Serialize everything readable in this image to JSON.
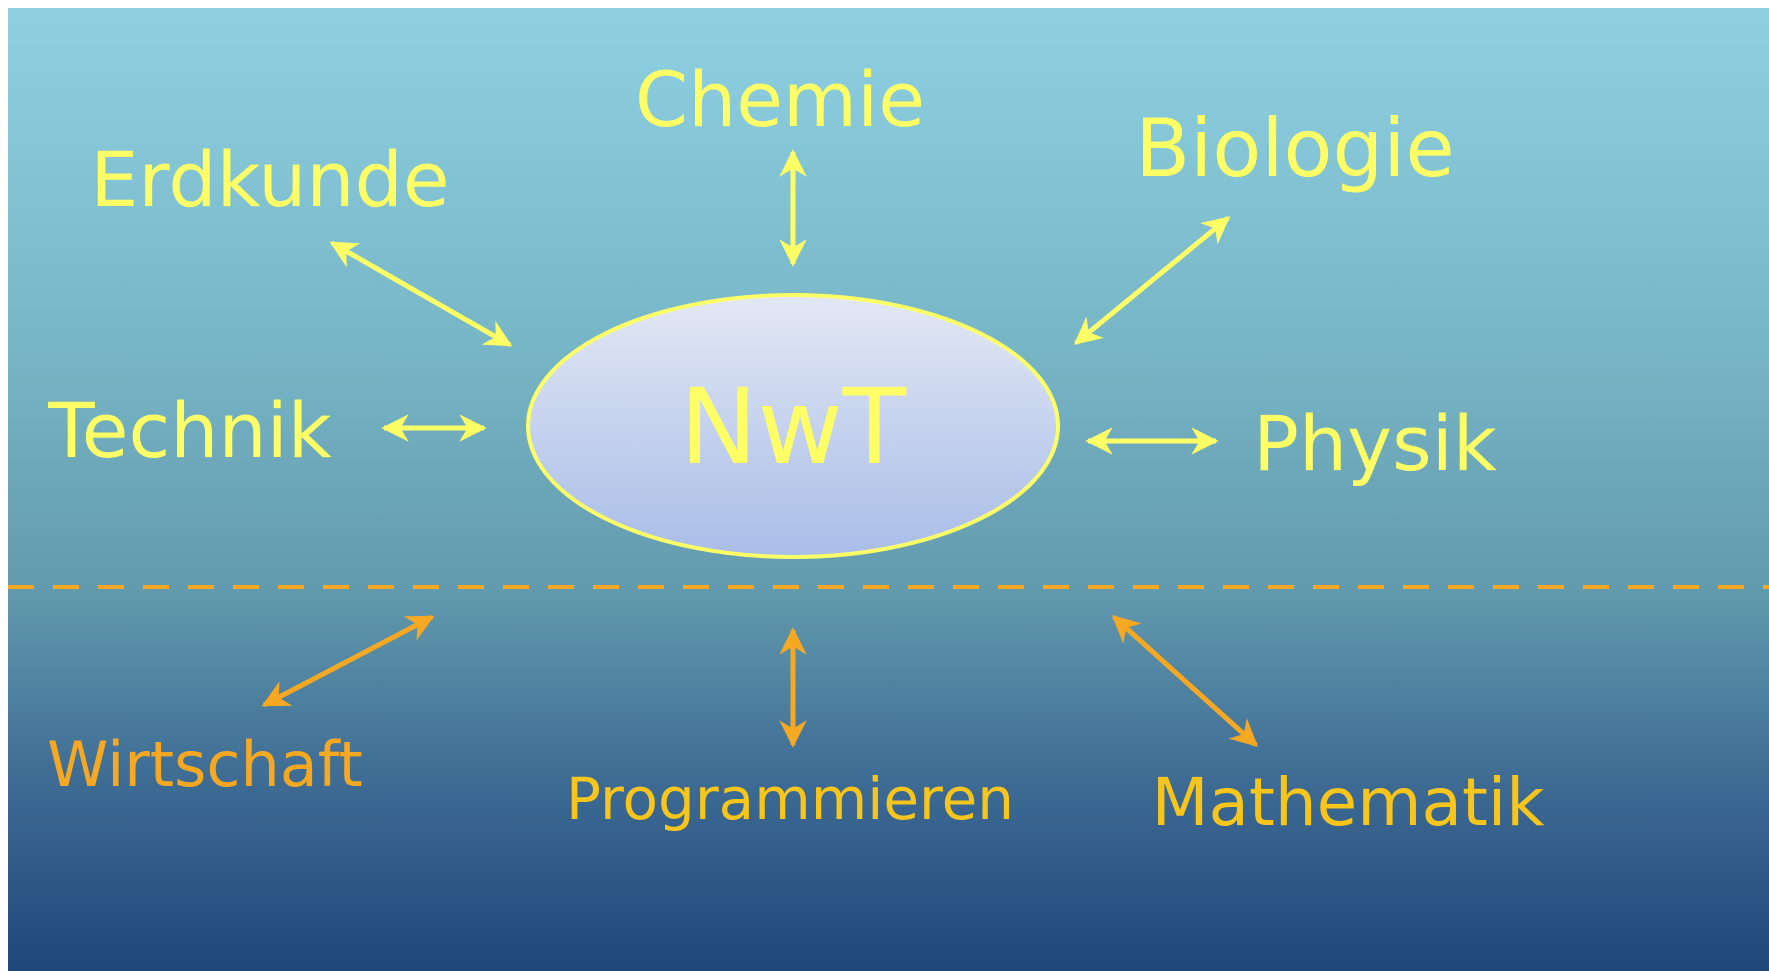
{
  "center": {
    "label": "NwT"
  },
  "subjects_top": [
    {
      "id": "chemie",
      "label": "Chemie"
    },
    {
      "id": "biologie",
      "label": "Biologie"
    },
    {
      "id": "erdkunde",
      "label": "Erdkunde"
    },
    {
      "id": "technik",
      "label": "Technik"
    },
    {
      "id": "physik",
      "label": "Physik"
    }
  ],
  "subjects_bottom": [
    {
      "id": "wirtschaft",
      "label": "Wirtschaft"
    },
    {
      "id": "programmieren",
      "label": "Programmieren"
    },
    {
      "id": "mathematik",
      "label": "Mathematik"
    }
  ],
  "colors": {
    "top_text": "#ffff66",
    "bottom_text": "#f7a823",
    "programmieren_text": "#f7c51c",
    "mathematik_text": "#f7c51c",
    "arrow_top": "#ffff66",
    "arrow_bottom": "#f7a823",
    "divider": "#f7a823",
    "ellipse_fill_top": "#e3e8f4",
    "ellipse_fill_bottom": "#a9bde8",
    "ellipse_stroke": "#ffff66"
  }
}
